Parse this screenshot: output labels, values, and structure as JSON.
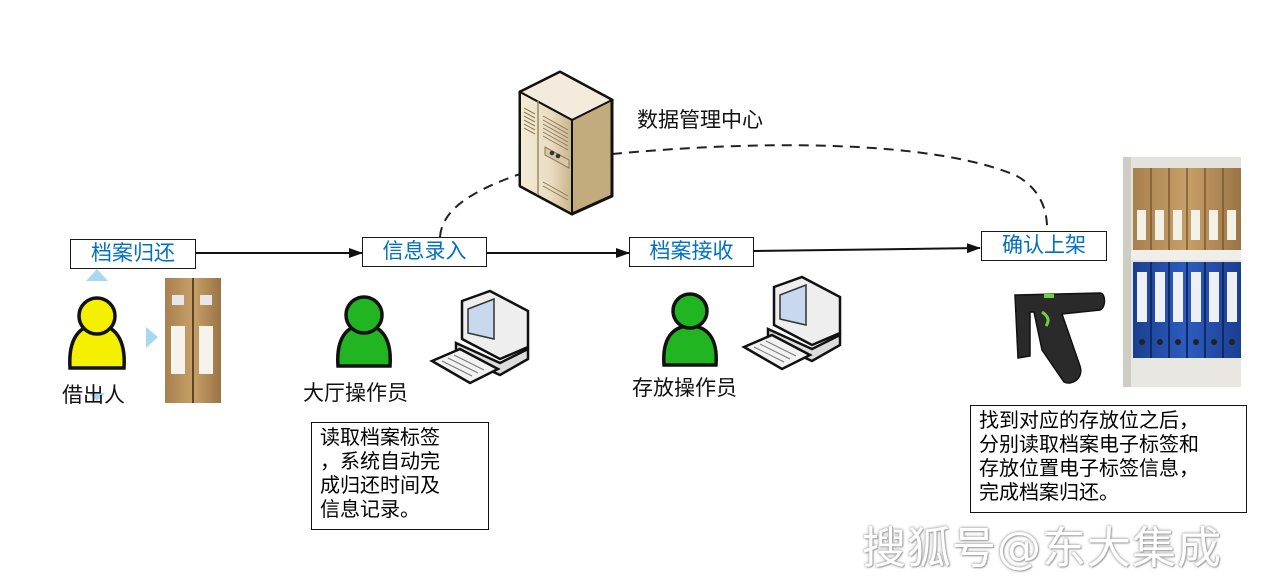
{
  "diagram": {
    "data_center": {
      "label": "数据管理中心",
      "icon": "server-icon"
    },
    "stages": [
      {
        "id": "return",
        "label": "档案归还"
      },
      {
        "id": "entry",
        "label": "信息录入"
      },
      {
        "id": "receive",
        "label": "档案接收"
      },
      {
        "id": "shelve",
        "label": "确认上架"
      }
    ],
    "roles": [
      {
        "label": "借出人",
        "icon": "person-icon",
        "color": "#f5f000"
      },
      {
        "label": "大厅操作员",
        "icon": "person-icon",
        "color": "#22b522"
      },
      {
        "label": "存放操作员",
        "icon": "person-icon",
        "color": "#22b522"
      }
    ],
    "notes": {
      "entry_note": {
        "lines": [
          "读取档案标签",
          "，系统自动完",
          "成归还时间及",
          "信息记录。"
        ]
      },
      "shelve_note": {
        "lines": [
          "找到对应的存放位之后，",
          "分别读取档案电子标签和",
          "存放位置电子标签信息，",
          "完成档案归还。"
        ]
      }
    },
    "colors": {
      "stage_text": "#0070c0",
      "connector": "#111111",
      "hint_arrow": "#a8d8ef"
    }
  },
  "watermark": "搜狐号@东大集成"
}
